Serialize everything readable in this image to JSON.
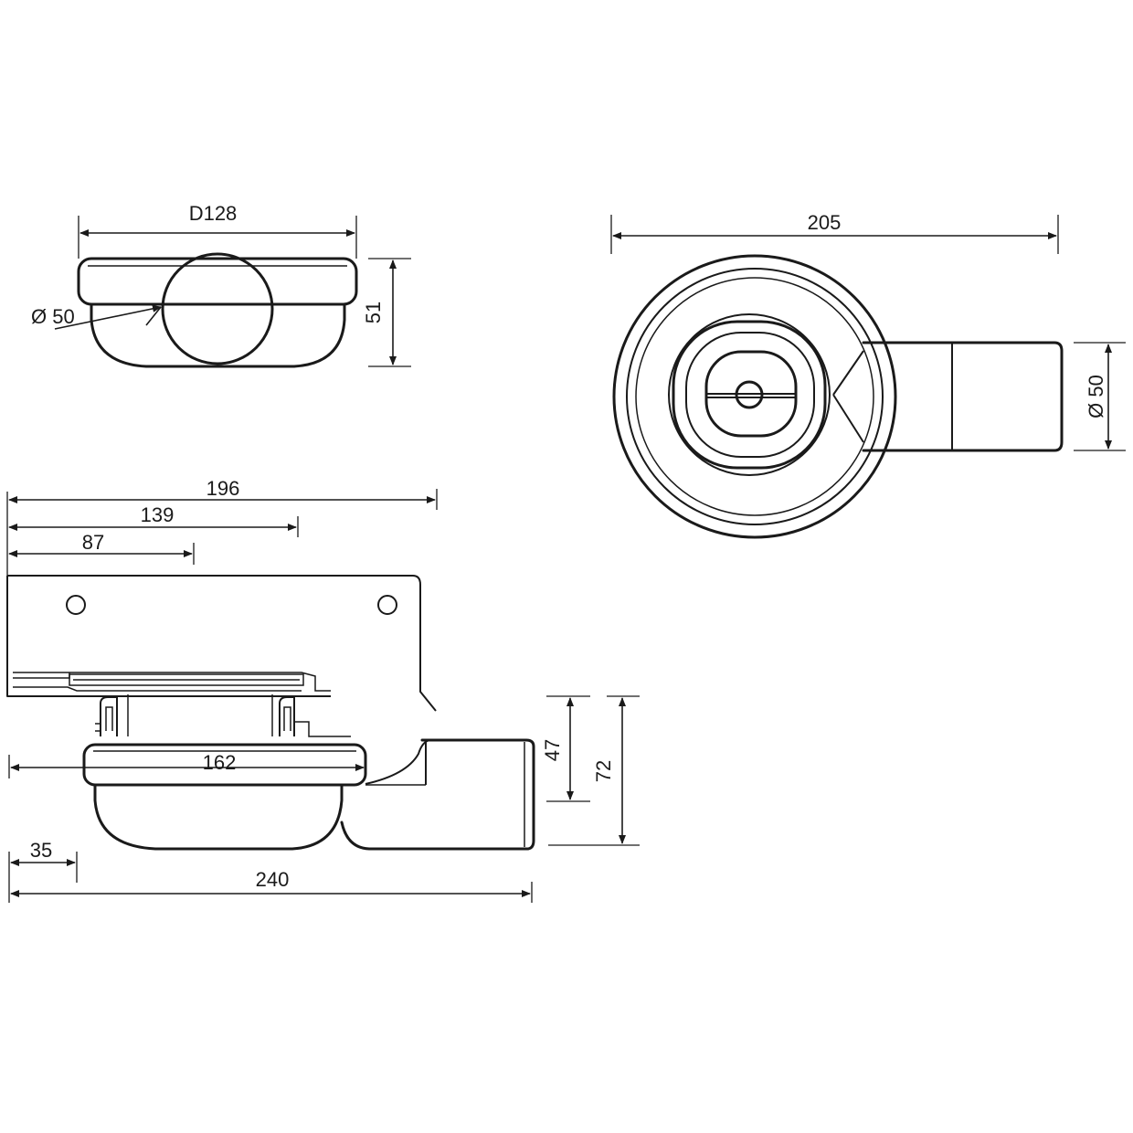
{
  "labels": {
    "front_width": "D128",
    "front_outlet": "Ø 50",
    "front_height": "51",
    "top_length": "205",
    "top_outlet": "Ø 50",
    "side_196": "196",
    "side_139": "139",
    "side_87": "87",
    "side_162": "162",
    "side_47": "47",
    "side_72": "72",
    "side_35": "35",
    "side_240": "240"
  }
}
